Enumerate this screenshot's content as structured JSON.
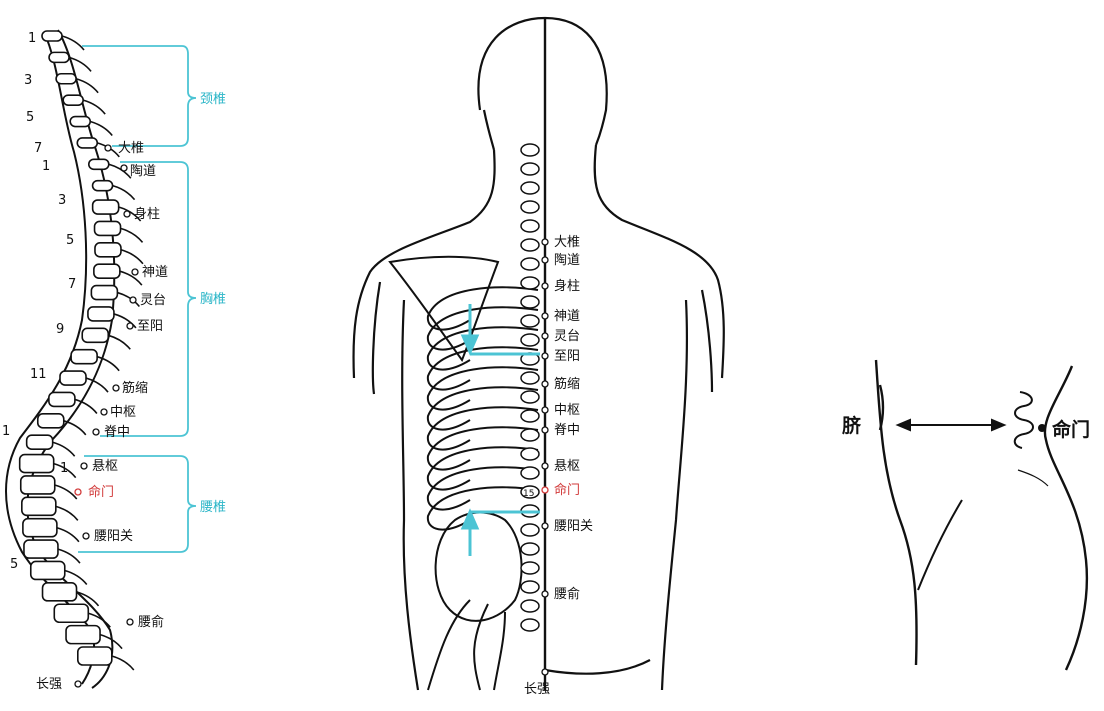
{
  "colors": {
    "bracket": "#4cc4d4",
    "section_text": "#2cb6c8",
    "highlight_point": "#d23a3a",
    "line": "#111111"
  },
  "spine_panel": {
    "vertebra_numbers": [
      "1",
      "3",
      "5",
      "7",
      "1",
      "3",
      "5",
      "7",
      "9",
      "11",
      "1",
      "1",
      "5"
    ],
    "sections": {
      "cervical": "颈椎",
      "thoracic": "胸椎",
      "lumbar": "腰椎"
    },
    "points": [
      "大椎",
      "陶道",
      "身柱",
      "神道",
      "灵台",
      "至阳",
      "筋缩",
      "中枢",
      "脊中",
      "悬枢",
      "命门",
      "腰阳关",
      "腰俞",
      "长强"
    ]
  },
  "back_panel": {
    "points": [
      "大椎",
      "陶道",
      "身柱",
      "神道",
      "灵台",
      "至阳",
      "筋缩",
      "中枢",
      "脊中",
      "悬枢",
      "命门",
      "腰阳关",
      "腰俞",
      "长强"
    ],
    "vertebra_marks": [
      "15"
    ]
  },
  "side_panel": {
    "navel_label": "脐",
    "mingmen_label": "命门"
  }
}
